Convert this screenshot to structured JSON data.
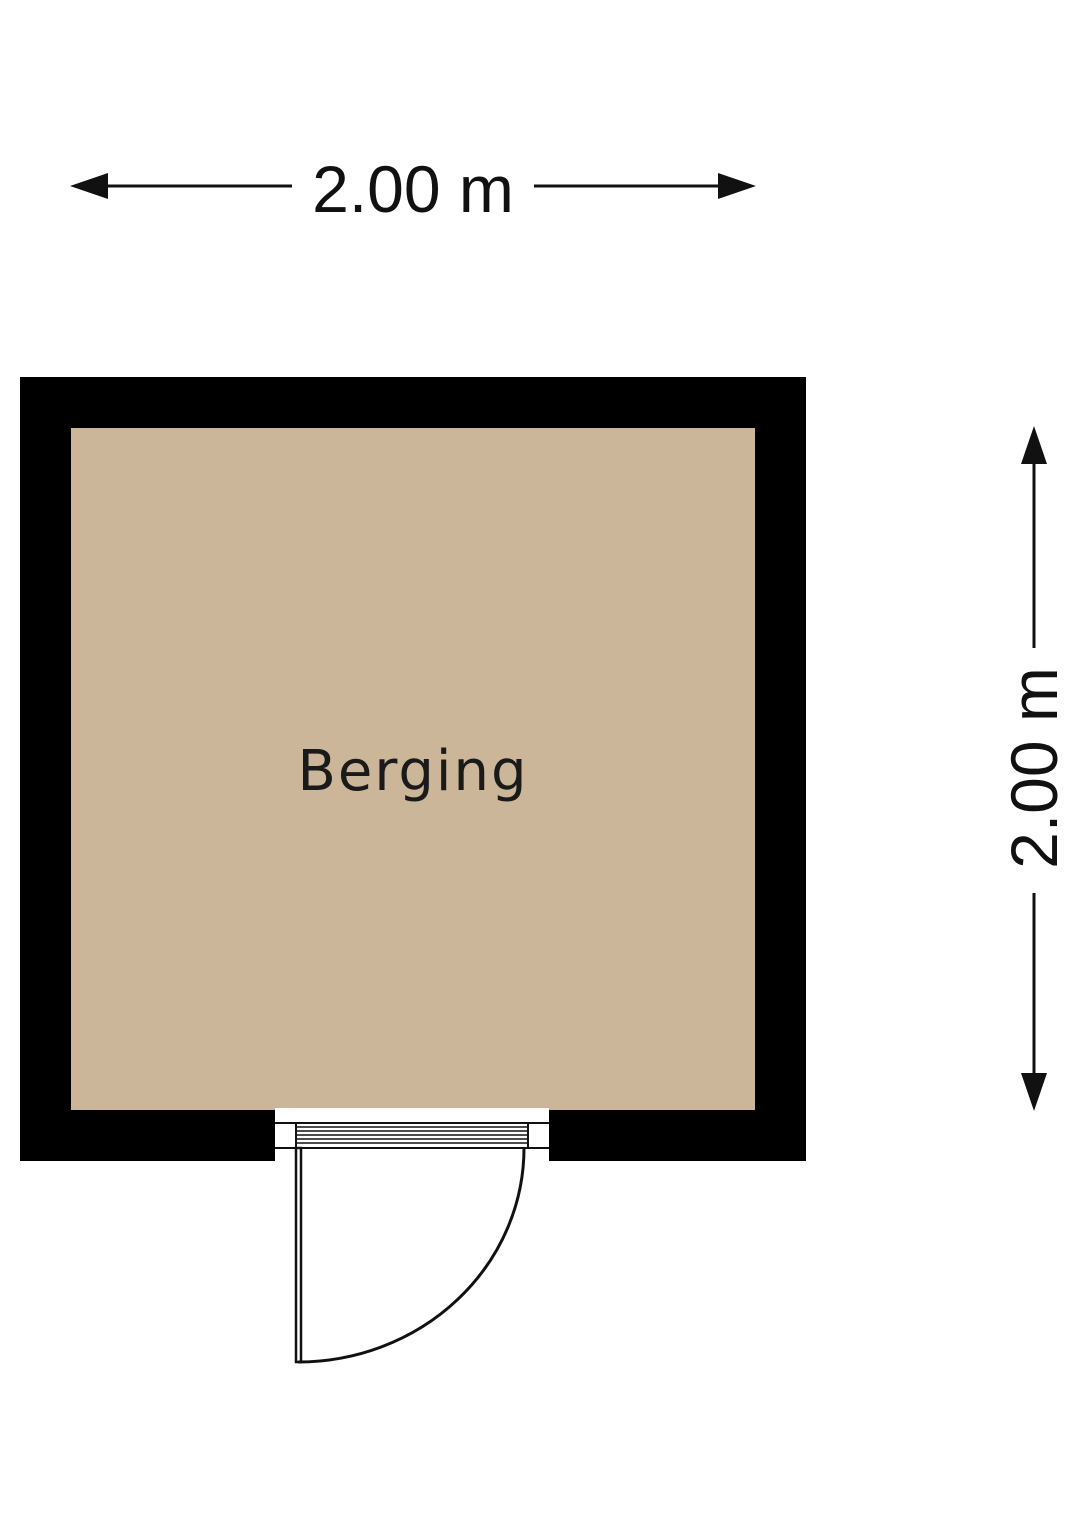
{
  "plan": {
    "room_name": "Berging",
    "width_label": "2.00 m",
    "depth_label": "2.00 m"
  },
  "colors": {
    "wall": "#000000",
    "floor": "#ccb699",
    "background": "#ffffff",
    "line": "#111111"
  },
  "icons": {
    "dimension_arrow": "arrowhead-icon",
    "door": "door-swing-icon"
  }
}
